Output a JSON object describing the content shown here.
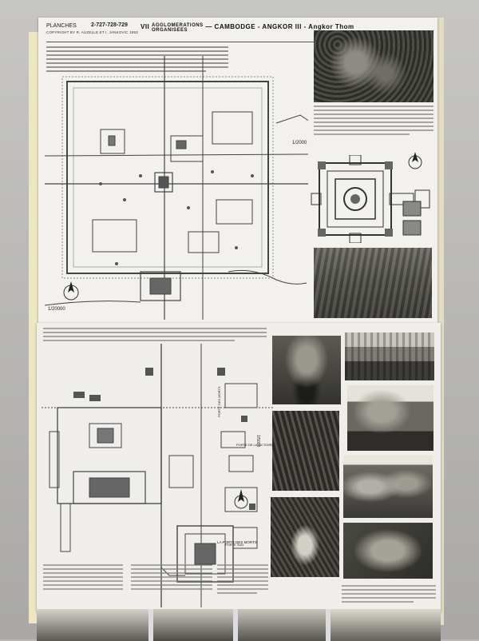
{
  "header": {
    "series_label": "PLANCHES",
    "plate_code": "2-727-728-729",
    "copyright": "COPYRIGHT BY R. AUZELLE ET I. JANKOVIC 1953",
    "section_number": "VII",
    "section_title_line1": "AGGLOMERATIONS",
    "section_title_line2": "ORGANISEES",
    "title": "CAMBODGE - ANGKOR III - Angkor Thom"
  },
  "scales": {
    "scale_top_right": "1/2000",
    "scale_bottom_left": "1/20000",
    "scale_vertical": "1/5000"
  },
  "map_labels": {
    "porte_morts": "PORTE DES MORTS",
    "porte_victoire": "PORTE DE LA VICTOIRE",
    "porte_sud": "PORTE SUD"
  },
  "captions": {
    "porte_des_morts_caption": "LA PORTE DES MORTS"
  },
  "colors": {
    "paper": "#f1efeb",
    "ink": "#333333",
    "photo_dark": "#3a3a36",
    "backdrop": "#b9b8b6",
    "edge": "#e9e4c9"
  }
}
